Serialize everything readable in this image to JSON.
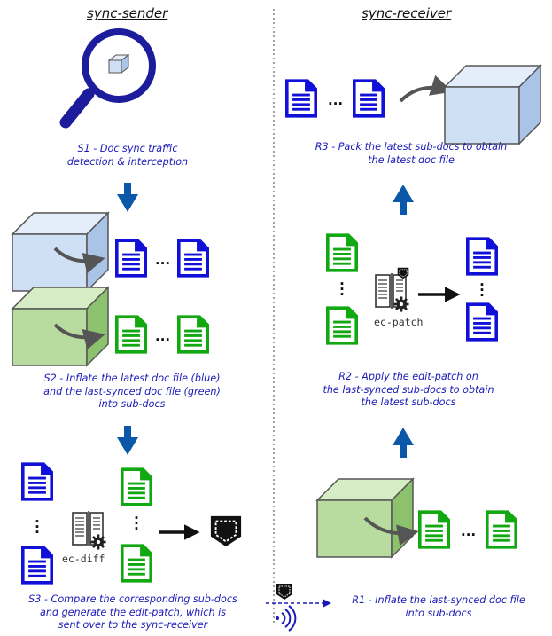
{
  "headers": {
    "sender": "sync-sender",
    "receiver": "sync-receiver"
  },
  "steps": {
    "s1": [
      "S1 - Doc sync traffic",
      "detection & interception"
    ],
    "s2": [
      "S2 - Inflate the latest doc file (blue)",
      "and the last-synced doc file (green)",
      "into sub-docs"
    ],
    "s3": [
      "S3 - Compare the corresponding sub-docs",
      "and generate the edit-patch, which is",
      "sent over to the sync-receiver"
    ],
    "r1": [
      "R1 - Inflate the last-synced doc file",
      "into sub-docs"
    ],
    "r2": [
      "R2 - Apply the edit-patch on",
      "the last-synced sub-docs to obtain",
      "the latest sub-docs"
    ],
    "r3": [
      "R3 - Pack the latest sub-docs to obtain",
      "the latest doc file"
    ]
  },
  "tools": {
    "diff": "ec-diff",
    "patch": "ec-patch"
  },
  "ellipsis": "...",
  "colors": {
    "latest": "#1010d8",
    "last_synced": "#12a812",
    "caption": "#1a1ab8",
    "flow_arrow": "#0b58a8",
    "blue_cube": "#c9def5",
    "green_cube": "#b8dba0",
    "patch": "#111111"
  },
  "icons": [
    "magnifier-icon",
    "doc-icon",
    "cube-icon",
    "patch-pocket-icon",
    "gear-icon",
    "wireless-signal-icon"
  ]
}
